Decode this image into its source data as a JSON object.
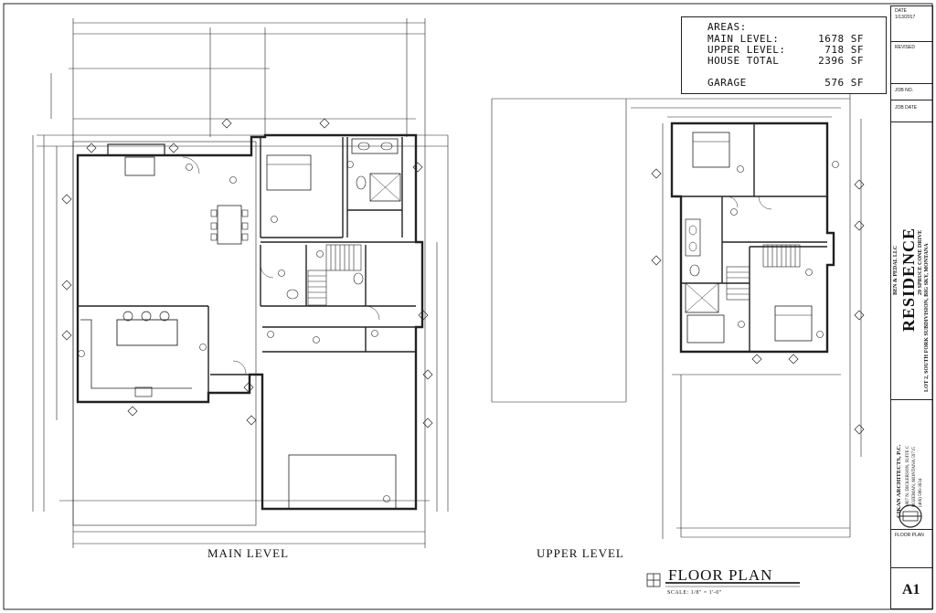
{
  "drawing": {
    "main_level_label": "MAIN LEVEL",
    "upper_level_label": "UPPER LEVEL",
    "title": "FLOOR PLAN",
    "scale": "SCALE: 1/8\" = 1'-0\""
  },
  "areas": {
    "heading": "AREAS:",
    "rows": [
      {
        "label": "MAIN LEVEL:",
        "value": "1678 SF"
      },
      {
        "label": "UPPER LEVEL:",
        "value": "718 SF"
      },
      {
        "label": "HOUSE TOTAL",
        "value": "2396 SF"
      },
      {
        "label": "GARAGE",
        "value": "576 SF"
      }
    ]
  },
  "title_block": {
    "date_label": "DATE",
    "date_value": "1/13/2017",
    "revised_label": "REVISED",
    "job_no_label": "JOB NO.",
    "job_date_label": "JOB DATE",
    "owner": "BEN & PEDAL LLC",
    "project": "RESIDENCE",
    "address": "29 SPRUCE CONE DRIVE",
    "lot": "LOT 2, SOUTH FORK SUBDIVISION, BIG SKY, MONTANA",
    "architect": "CIKAN ARCHITECTS, P.C.",
    "arch_address1": "1807 N. DICKERSON, SUITE C",
    "arch_address2": "BOZEMAN, MONTANA 59715",
    "arch_phone": "(406) 586-3634",
    "sheet_title": "FLOOR PLAN",
    "sheet_no": "A1"
  }
}
